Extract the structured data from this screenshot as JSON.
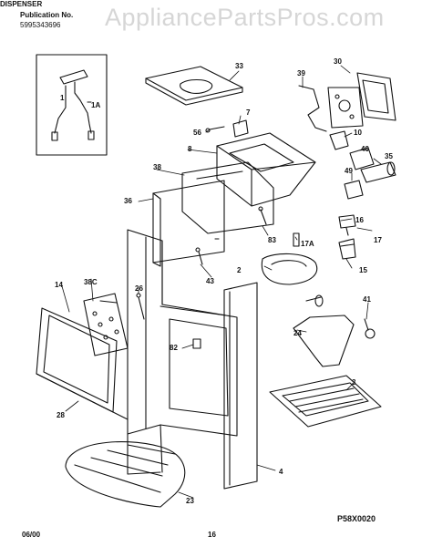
{
  "header": {
    "publication_label": "Publication No.",
    "part_number": "5995343696",
    "section_title": "DISPENSER",
    "watermark": "AppliancePartsPros.com"
  },
  "footer": {
    "date": "06/00",
    "page": "16",
    "diagram_code": "P58X0020"
  },
  "callouts": {
    "c1": "1",
    "c1a": "1A",
    "c2": "2",
    "c3": "3",
    "c4": "4",
    "c7": "7",
    "c8": "8",
    "c10": "10",
    "c14": "14",
    "c15": "15",
    "c16": "16",
    "c17": "17",
    "c17a": "17A",
    "c23": "23",
    "c24": "24",
    "c26": "26",
    "c28": "28",
    "c30": "30",
    "c33": "33",
    "c35": "35",
    "c36": "36",
    "c38": "38",
    "c38c": "38C",
    "c39": "39",
    "c40": "40",
    "c41": "41",
    "c43": "43",
    "c49": "49",
    "c56": "56",
    "c82": "82",
    "c83": "83"
  }
}
